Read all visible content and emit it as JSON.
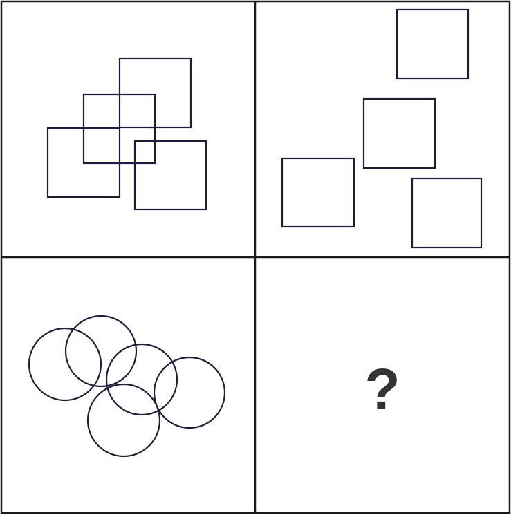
{
  "puzzle": {
    "missing_marker": "?",
    "grid": {
      "rows": 2,
      "cols": 2
    },
    "panels": [
      {
        "id": "top-left",
        "shape": "square",
        "count": 4,
        "arrangement": "overlapping"
      },
      {
        "id": "top-right",
        "shape": "square",
        "count": 4,
        "arrangement": "separate"
      },
      {
        "id": "bottom-left",
        "shape": "circle",
        "count": 5,
        "arrangement": "overlapping"
      },
      {
        "id": "bottom-right",
        "shape": "unknown",
        "count": 0,
        "arrangement": "missing"
      }
    ]
  },
  "colors": {
    "grid_line": "#1a1a1a",
    "shape_stroke": "#1e1e3c",
    "question_mark": "#333333",
    "background": "#ffffff"
  }
}
